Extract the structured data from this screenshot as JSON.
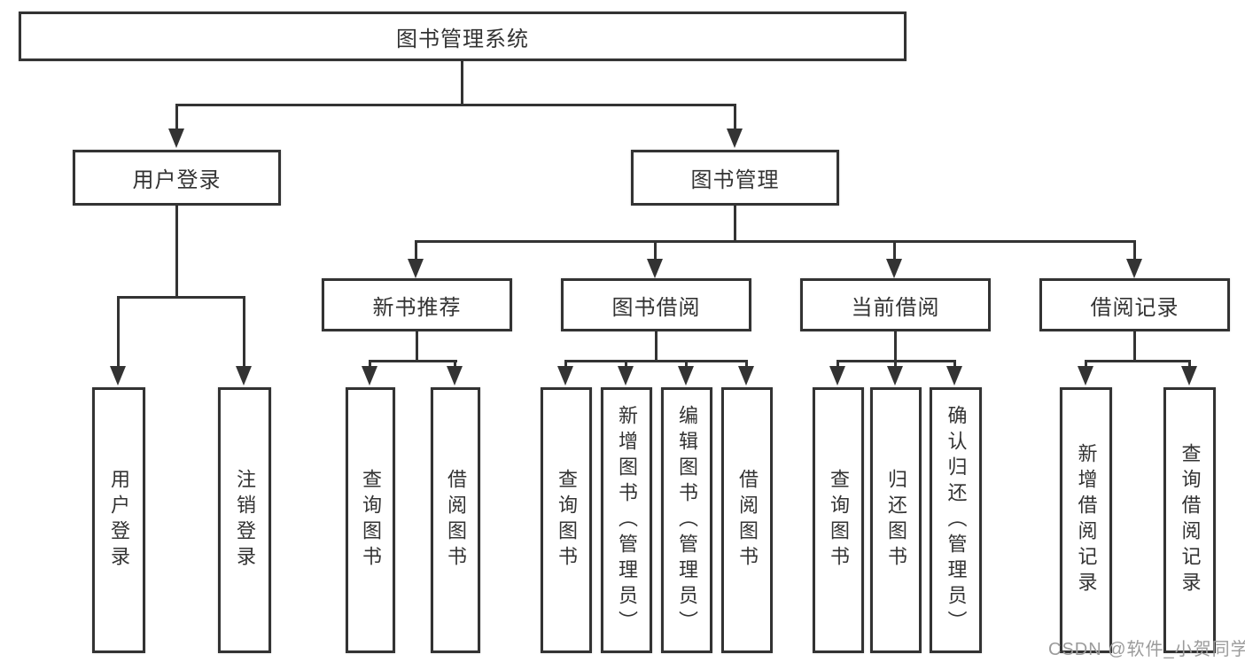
{
  "diagram": {
    "root": {
      "label": "图书管理系统"
    },
    "level2": [
      {
        "label": "用户登录",
        "children": [
          {
            "label": "用户登录"
          },
          {
            "label": "注销登录"
          }
        ]
      },
      {
        "label": "图书管理",
        "children": [
          {
            "label": "新书推荐",
            "children": [
              {
                "label": "查询图书"
              },
              {
                "label": "借阅图书"
              }
            ]
          },
          {
            "label": "图书借阅",
            "children": [
              {
                "label": "查询图书"
              },
              {
                "label": "新增图书（管理员）"
              },
              {
                "label": "编辑图书（管理员）"
              },
              {
                "label": "借阅图书"
              }
            ]
          },
          {
            "label": "当前借阅",
            "children": [
              {
                "label": "查询图书"
              },
              {
                "label": "归还图书"
              },
              {
                "label": "确认归还（管理员）"
              }
            ]
          },
          {
            "label": "借阅记录",
            "children": [
              {
                "label": "新增借阅记录"
              },
              {
                "label": "查询借阅记录"
              }
            ]
          }
        ]
      }
    ],
    "watermark": "CSDN @软件_小贺同学",
    "colors": {
      "line": "#333333",
      "box_background": "#ffffff",
      "text": "#333333",
      "watermark": "#9b9b9b"
    }
  }
}
